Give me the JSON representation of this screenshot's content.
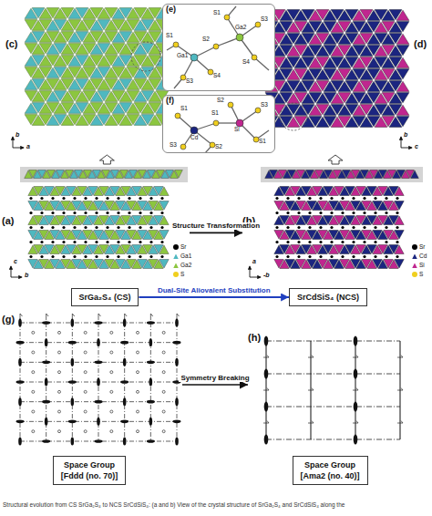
{
  "diagram": {
    "caption": "Structural evolution from CS SrGa₂S₄ to NCS SrCdSiS₄: (a and b) View of the crystal structure of SrGa₂S₄ and SrCdSiS₄ along the",
    "nodes": [
      {
        "text": [
          "(c)"
        ]
      },
      {
        "text": [
          "(e)"
        ]
      },
      {
        "text": [
          "(f)"
        ]
      },
      {
        "text": [
          "(d)"
        ]
      },
      {
        "text": [
          "(a)"
        ]
      },
      {
        "text": [
          "(b)"
        ]
      },
      {
        "text": [
          "SrGa₂S₄ (CS)"
        ]
      },
      {
        "text": [
          "SrCdSiS₄ (NCS)"
        ]
      },
      {
        "text": [
          "(g)"
        ]
      },
      {
        "text": [
          "(h)"
        ]
      },
      {
        "text": [
          "Space Group",
          "[Fddd (no. 70)]"
        ],
        "in": 8
      },
      {
        "text": [
          "Space Group",
          "[Ama2 (no. 40)]"
        ],
        "in": 9
      }
    ],
    "edges": [
      {
        "from": 4,
        "to": 0,
        "arrow": "to"
      },
      {
        "from": 5,
        "to": 3,
        "arrow": "to"
      },
      {
        "from": 4,
        "to": 5,
        "label": "Structure Transformation",
        "arrow": "to"
      },
      {
        "from": 6,
        "to": 7,
        "label": "Dual-Site Aliovalent Substitution",
        "arrow": "to"
      },
      {
        "from": 8,
        "to": 9,
        "label": "Symmetry Breaking",
        "arrow": "to"
      }
    ],
    "labels": [
      "b",
      "a",
      "b",
      "c",
      "S1",
      "S3",
      "Ga1",
      "S4",
      "S2",
      "Ga2",
      "S1",
      "S3",
      "S4",
      "S1",
      "S3",
      "Cd",
      "S2",
      "S1",
      "Si",
      "S2",
      "S3",
      "S1",
      "c",
      "b",
      "a",
      "-b"
    ],
    "legend": [
      {
        "text": "Sr",
        "color": "#000000"
      },
      {
        "text": "Ga1",
        "color": "#4fb8c0"
      },
      {
        "text": "Ga2",
        "color": "#8cc63f"
      },
      {
        "text": "S",
        "color": "#f0cf1e"
      },
      {
        "text": "Sr",
        "color": "#000000"
      },
      {
        "text": "Cd",
        "color": "#1b2580"
      },
      {
        "text": "Si",
        "color": "#c0268f"
      },
      {
        "text": "S",
        "color": "#f0cf1e"
      }
    ]
  }
}
